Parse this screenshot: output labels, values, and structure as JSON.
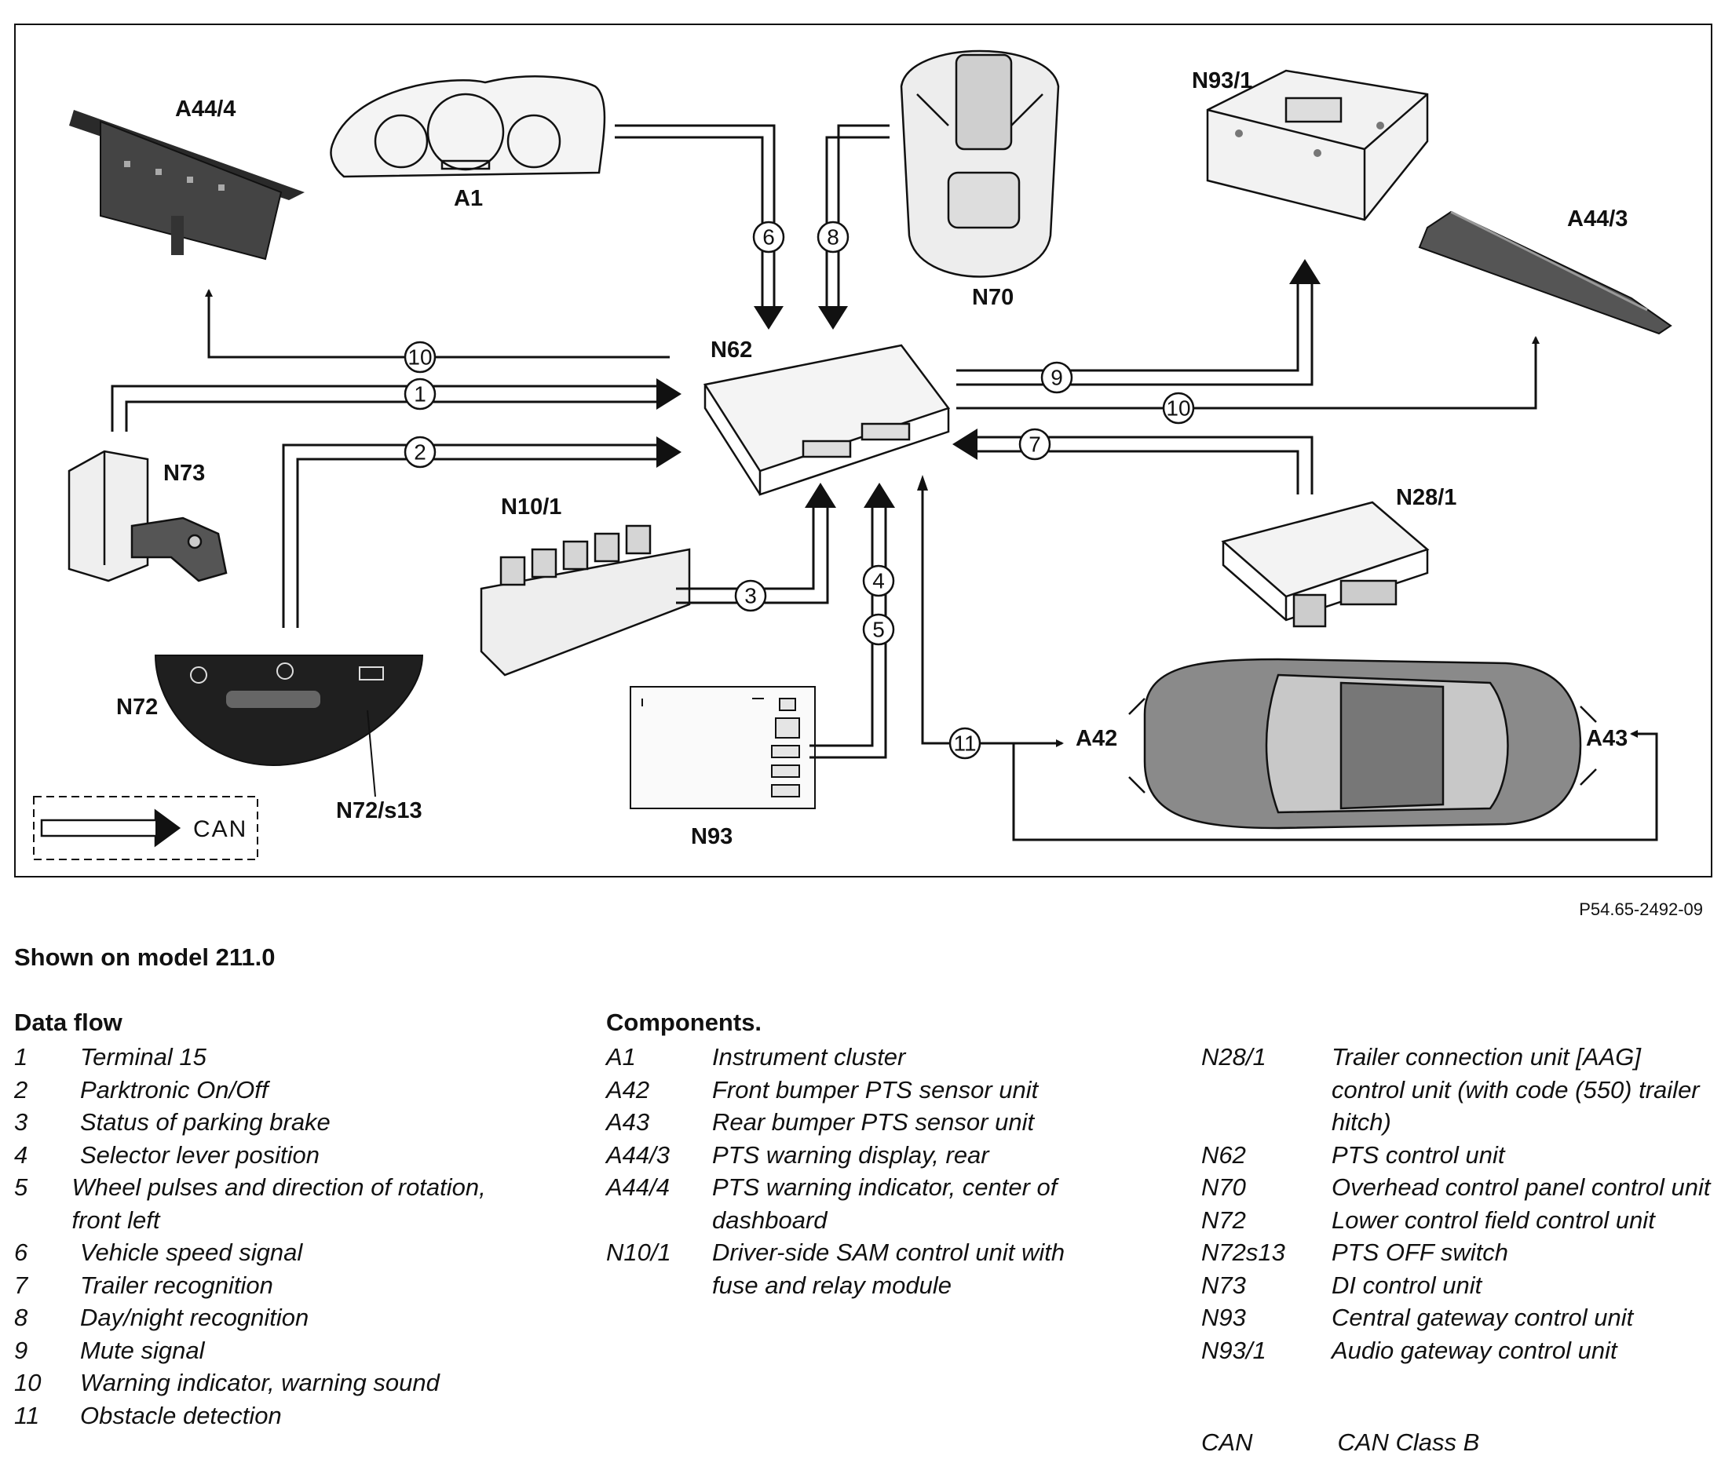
{
  "diagram": {
    "components": {
      "a44_4": "A44/4",
      "a1": "A1",
      "n70": "N70",
      "n93_1": "N93/1",
      "a44_3": "A44/3",
      "n62": "N62",
      "n73": "N73",
      "n10_1": "N10/1",
      "n28_1": "N28/1",
      "n72": "N72",
      "n72_s13": "N72/s13",
      "n93": "N93",
      "a42": "A42",
      "a43": "A43"
    },
    "flows": {
      "f1": "1",
      "f2": "2",
      "f3": "3",
      "f4": "4",
      "f5": "5",
      "f6": "6",
      "f7": "7",
      "f8": "8",
      "f9": "9",
      "f10a": "10",
      "f10b": "10",
      "f11": "11"
    },
    "can_legend": "CAN"
  },
  "reference": "P54.65-2492-09",
  "subtitle": "Shown on model 211.0",
  "data_flow": {
    "title": "Data flow",
    "items": [
      {
        "num": "1",
        "text": "Terminal 15"
      },
      {
        "num": "2",
        "text": "Parktronic On/Off"
      },
      {
        "num": "3",
        "text": "Status of parking brake"
      },
      {
        "num": "4",
        "text": "Selector lever position"
      },
      {
        "num": "5",
        "text": "Wheel pulses and direction of rotation, front left"
      },
      {
        "num": "6",
        "text": "Vehicle speed signal"
      },
      {
        "num": "7",
        "text": "Trailer recognition"
      },
      {
        "num": "8",
        "text": "Day/night recognition"
      },
      {
        "num": "9",
        "text": "Mute signal"
      },
      {
        "num": "10",
        "text": "Warning indicator, warning sound"
      },
      {
        "num": "11",
        "text": "Obstacle detection"
      }
    ]
  },
  "components_list": {
    "title": "Components.",
    "col1": [
      {
        "code": "A1",
        "desc": "Instrument cluster"
      },
      {
        "code": "A42",
        "desc": "Front bumper PTS sensor unit"
      },
      {
        "code": "A43",
        "desc": "Rear bumper PTS sensor unit"
      },
      {
        "code": "A44/3",
        "desc": "PTS warning display, rear"
      },
      {
        "code": "A44/4",
        "desc": "PTS warning indicator, center of dashboard"
      },
      {
        "code": "N10/1",
        "desc": "Driver-side SAM control unit with fuse and relay module"
      }
    ],
    "col2": [
      {
        "code": "N28/1",
        "desc": "Trailer connection unit [AAG] control unit (with code (550) trailer hitch)"
      },
      {
        "code": "N62",
        "desc": "PTS control unit"
      },
      {
        "code": "N70",
        "desc": "Overhead control panel control unit"
      },
      {
        "code": "N72",
        "desc": "Lower control field control unit"
      },
      {
        "code": "N72s13",
        "desc": "PTS OFF switch"
      },
      {
        "code": "N73",
        "desc": "DI control unit"
      },
      {
        "code": "N93",
        "desc": "Central gateway control unit"
      },
      {
        "code": "N93/1",
        "desc": "Audio gateway control unit"
      }
    ],
    "can": {
      "code": "CAN",
      "desc": "CAN Class B"
    }
  }
}
